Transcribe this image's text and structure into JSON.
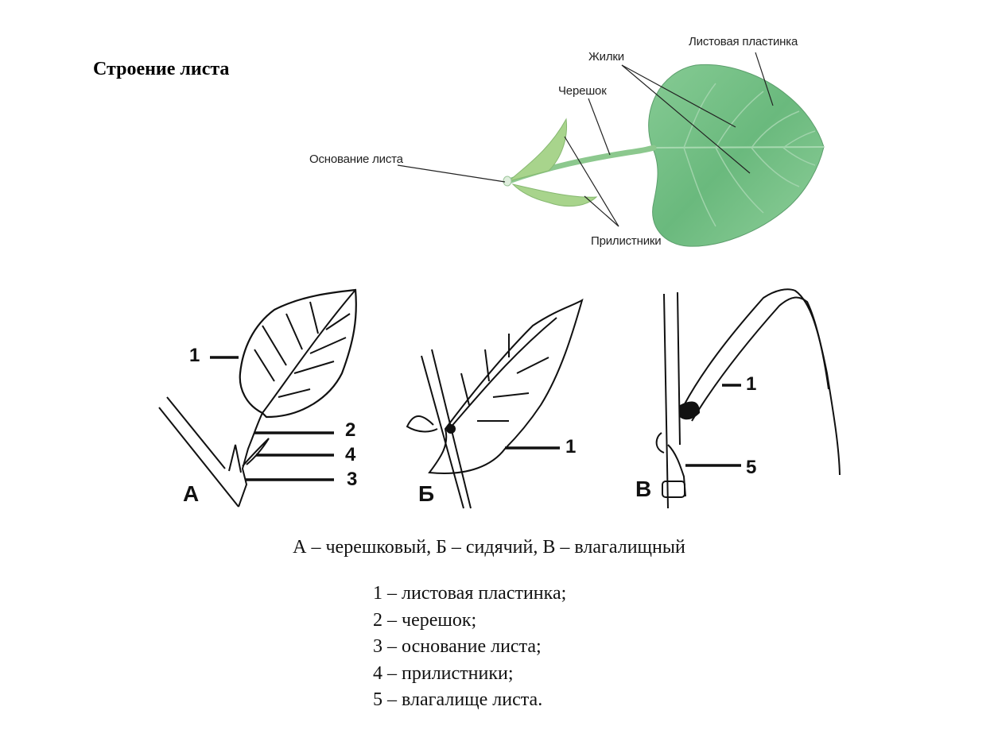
{
  "title": "Строение листа",
  "top_figure": {
    "labels": {
      "blade": "Листовая пластинка",
      "veins": "Жилки",
      "petiole": "Черешок",
      "base": "Основание листа",
      "stipules": "Прилистники"
    },
    "colors": {
      "leaf": "#7cc48a",
      "leaf_dark": "#5fae72",
      "stipule": "#a8d48c"
    }
  },
  "figures": [
    {
      "letter": "А",
      "numbers": [
        "1",
        "2",
        "4",
        "3"
      ]
    },
    {
      "letter": "Б",
      "numbers": [
        "1"
      ]
    },
    {
      "letter": "В",
      "numbers": [
        "1",
        "5"
      ]
    }
  ],
  "caption": "А – черешковый, Б – сидячий, В – влагалищный",
  "legend": [
    "1 – листовая пластинка;",
    "2 – черешок;",
    "3 – основание листа;",
    "4 – прилистники;",
    "5 – влагалище листа."
  ]
}
